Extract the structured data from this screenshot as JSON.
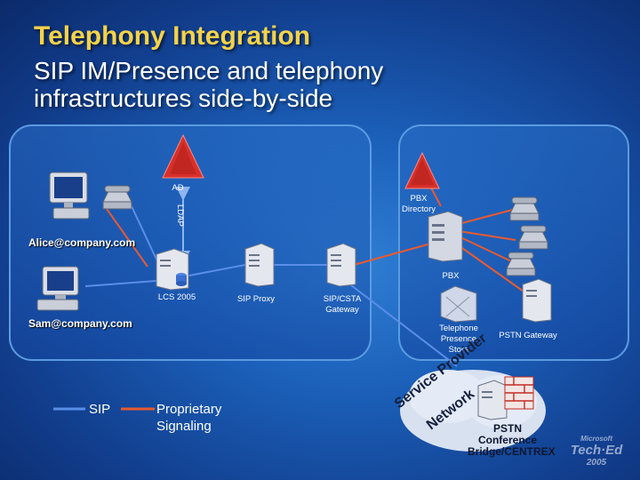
{
  "title": "Telephony Integration",
  "subtitle": "SIP IM/Presence and telephony infrastructures side-by-side",
  "labels": {
    "ad": "AD",
    "ldap": "LDAP",
    "pbx_directory": "PBX Directory",
    "pbx": "PBX",
    "lcs": "LCS 2005",
    "sip_proxy": "SIP Proxy",
    "sip_csta": "SIP/CSTA Gateway",
    "telephone_presence_store": "Telephone Presence Store",
    "pstn_gateway": "PSTN Gateway",
    "pstn_conference": "PSTN Conference Bridge/CENTREX"
  },
  "users": {
    "alice": "Alice@company.com",
    "sam": "Sam@company.com"
  },
  "cloud": {
    "line1": "Service Provider",
    "line2": "Network"
  },
  "legend": {
    "sip": "SIP",
    "proprietary": "Proprietary Signaling"
  },
  "logo": {
    "company": "Microsoft",
    "event": "Tech·Ed",
    "year": "2005"
  },
  "colors": {
    "sip": "#5a8ee8",
    "proprietary": "#e85a30",
    "title": "#f4d24a",
    "ad_triangle": "#d8302a"
  }
}
